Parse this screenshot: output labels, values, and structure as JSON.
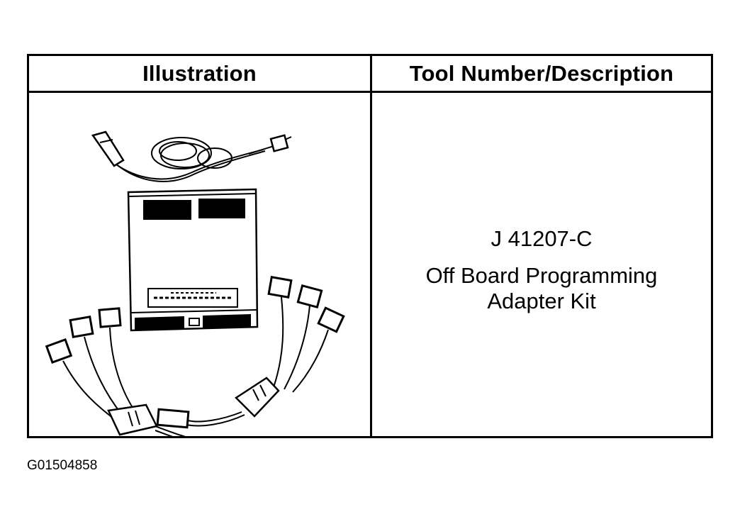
{
  "table": {
    "headers": {
      "illustration": "Illustration",
      "tool": "Tool Number/Description"
    },
    "tool_number": "J 41207-C",
    "description_line1": "Off Board Programming",
    "description_line2": "Adapter Kit"
  },
  "figure_id": "G01504858"
}
